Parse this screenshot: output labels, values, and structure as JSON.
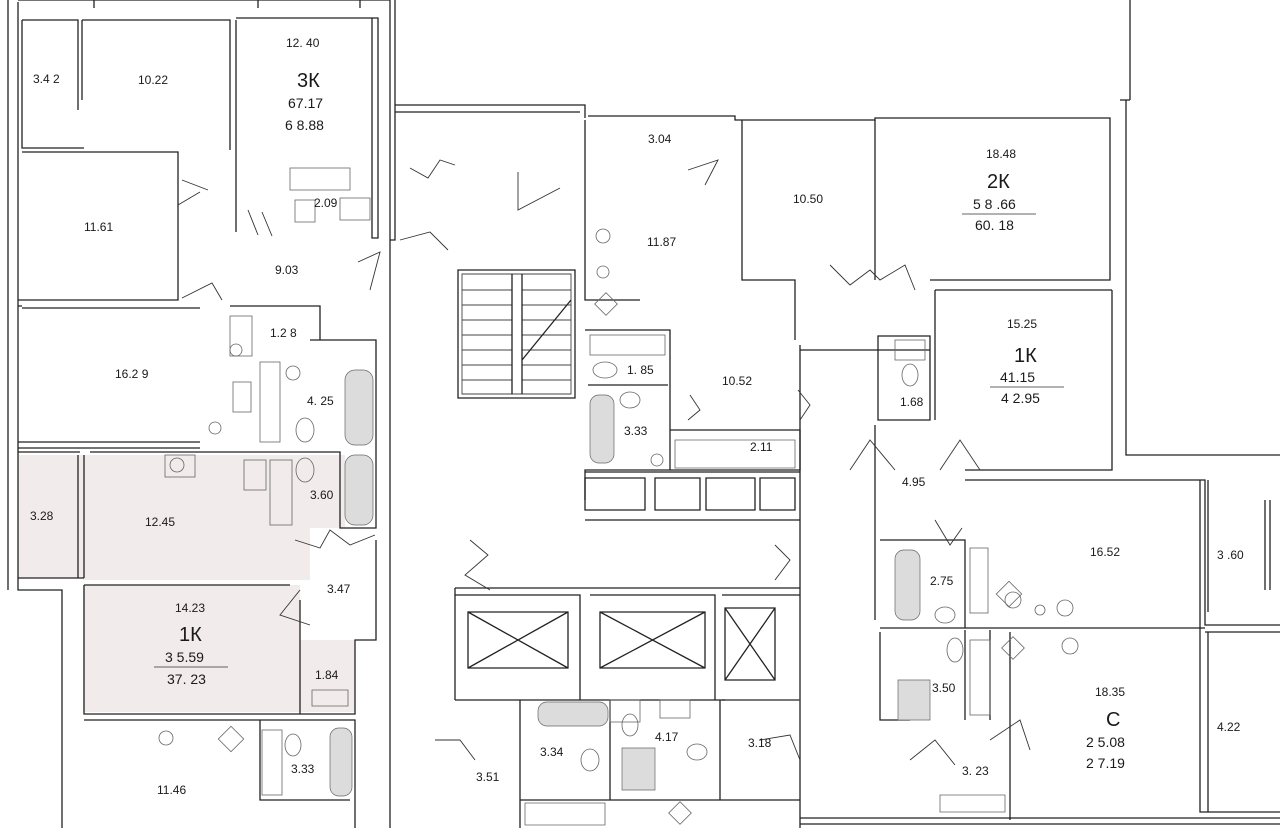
{
  "plan": {
    "highlight_color": "#f1ebeb",
    "wall_color": "#222222",
    "apartments": [
      {
        "id": "apt-3k",
        "type": "3К",
        "living_area": "67.17",
        "total_area": "6 8.88"
      },
      {
        "id": "apt-2k",
        "type": "2К",
        "living_area": "5 8 .66",
        "total_area": "60. 18"
      },
      {
        "id": "apt-1k-right",
        "type": "1К",
        "living_area": "41.15",
        "total_area": "4 2.95"
      },
      {
        "id": "apt-1k-left",
        "type": "1К",
        "living_area": "3 5.59",
        "total_area": "37. 23",
        "highlighted": true
      },
      {
        "id": "apt-c",
        "type": "С",
        "living_area": "2 5.08",
        "total_area": "2 7.19"
      }
    ],
    "rooms": [
      "3.4 2",
      "10.22",
      "12. 40",
      "11.61",
      "2.09",
      "9.03",
      "1.2 8",
      "16.2 9",
      "4. 25",
      "3.28",
      "12.45",
      "3.60",
      "3.47",
      "14.23",
      "1.84",
      "11.46",
      "3.33",
      "3.04",
      "11.87",
      "10.50",
      "18.48",
      "1. 85",
      "3.33",
      "10.52",
      "2.11",
      "15.25",
      "1.68",
      "4.95",
      "16.52",
      "3 .60",
      "2.75",
      "18.35",
      "3.50",
      "4.22",
      "3. 23",
      "3.34",
      "4.17",
      "3.18",
      "3.51"
    ]
  }
}
